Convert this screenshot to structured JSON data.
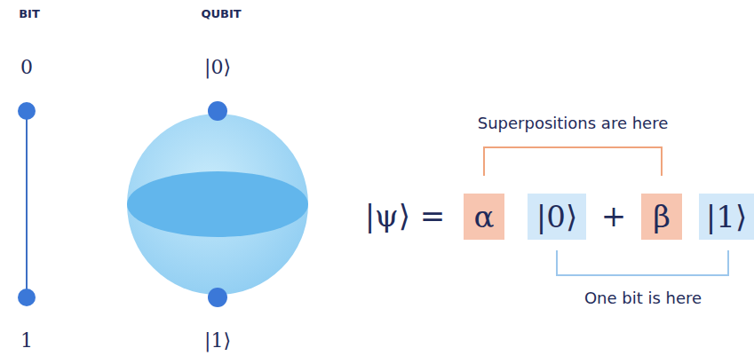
{
  "diagram": {
    "nodes": [
      {
        "text": [
          "α"
        ]
      },
      {
        "text": [
          "|0⟩"
        ]
      },
      {
        "text": [
          "β"
        ]
      },
      {
        "text": [
          "|1⟩"
        ]
      }
    ],
    "labels": [
      "BIT",
      "QUBIT",
      "0",
      "1",
      "|0⟩",
      "|1⟩",
      "Superpositions are here",
      "|ψ⟩ =",
      "+",
      "One bit is here"
    ]
  }
}
